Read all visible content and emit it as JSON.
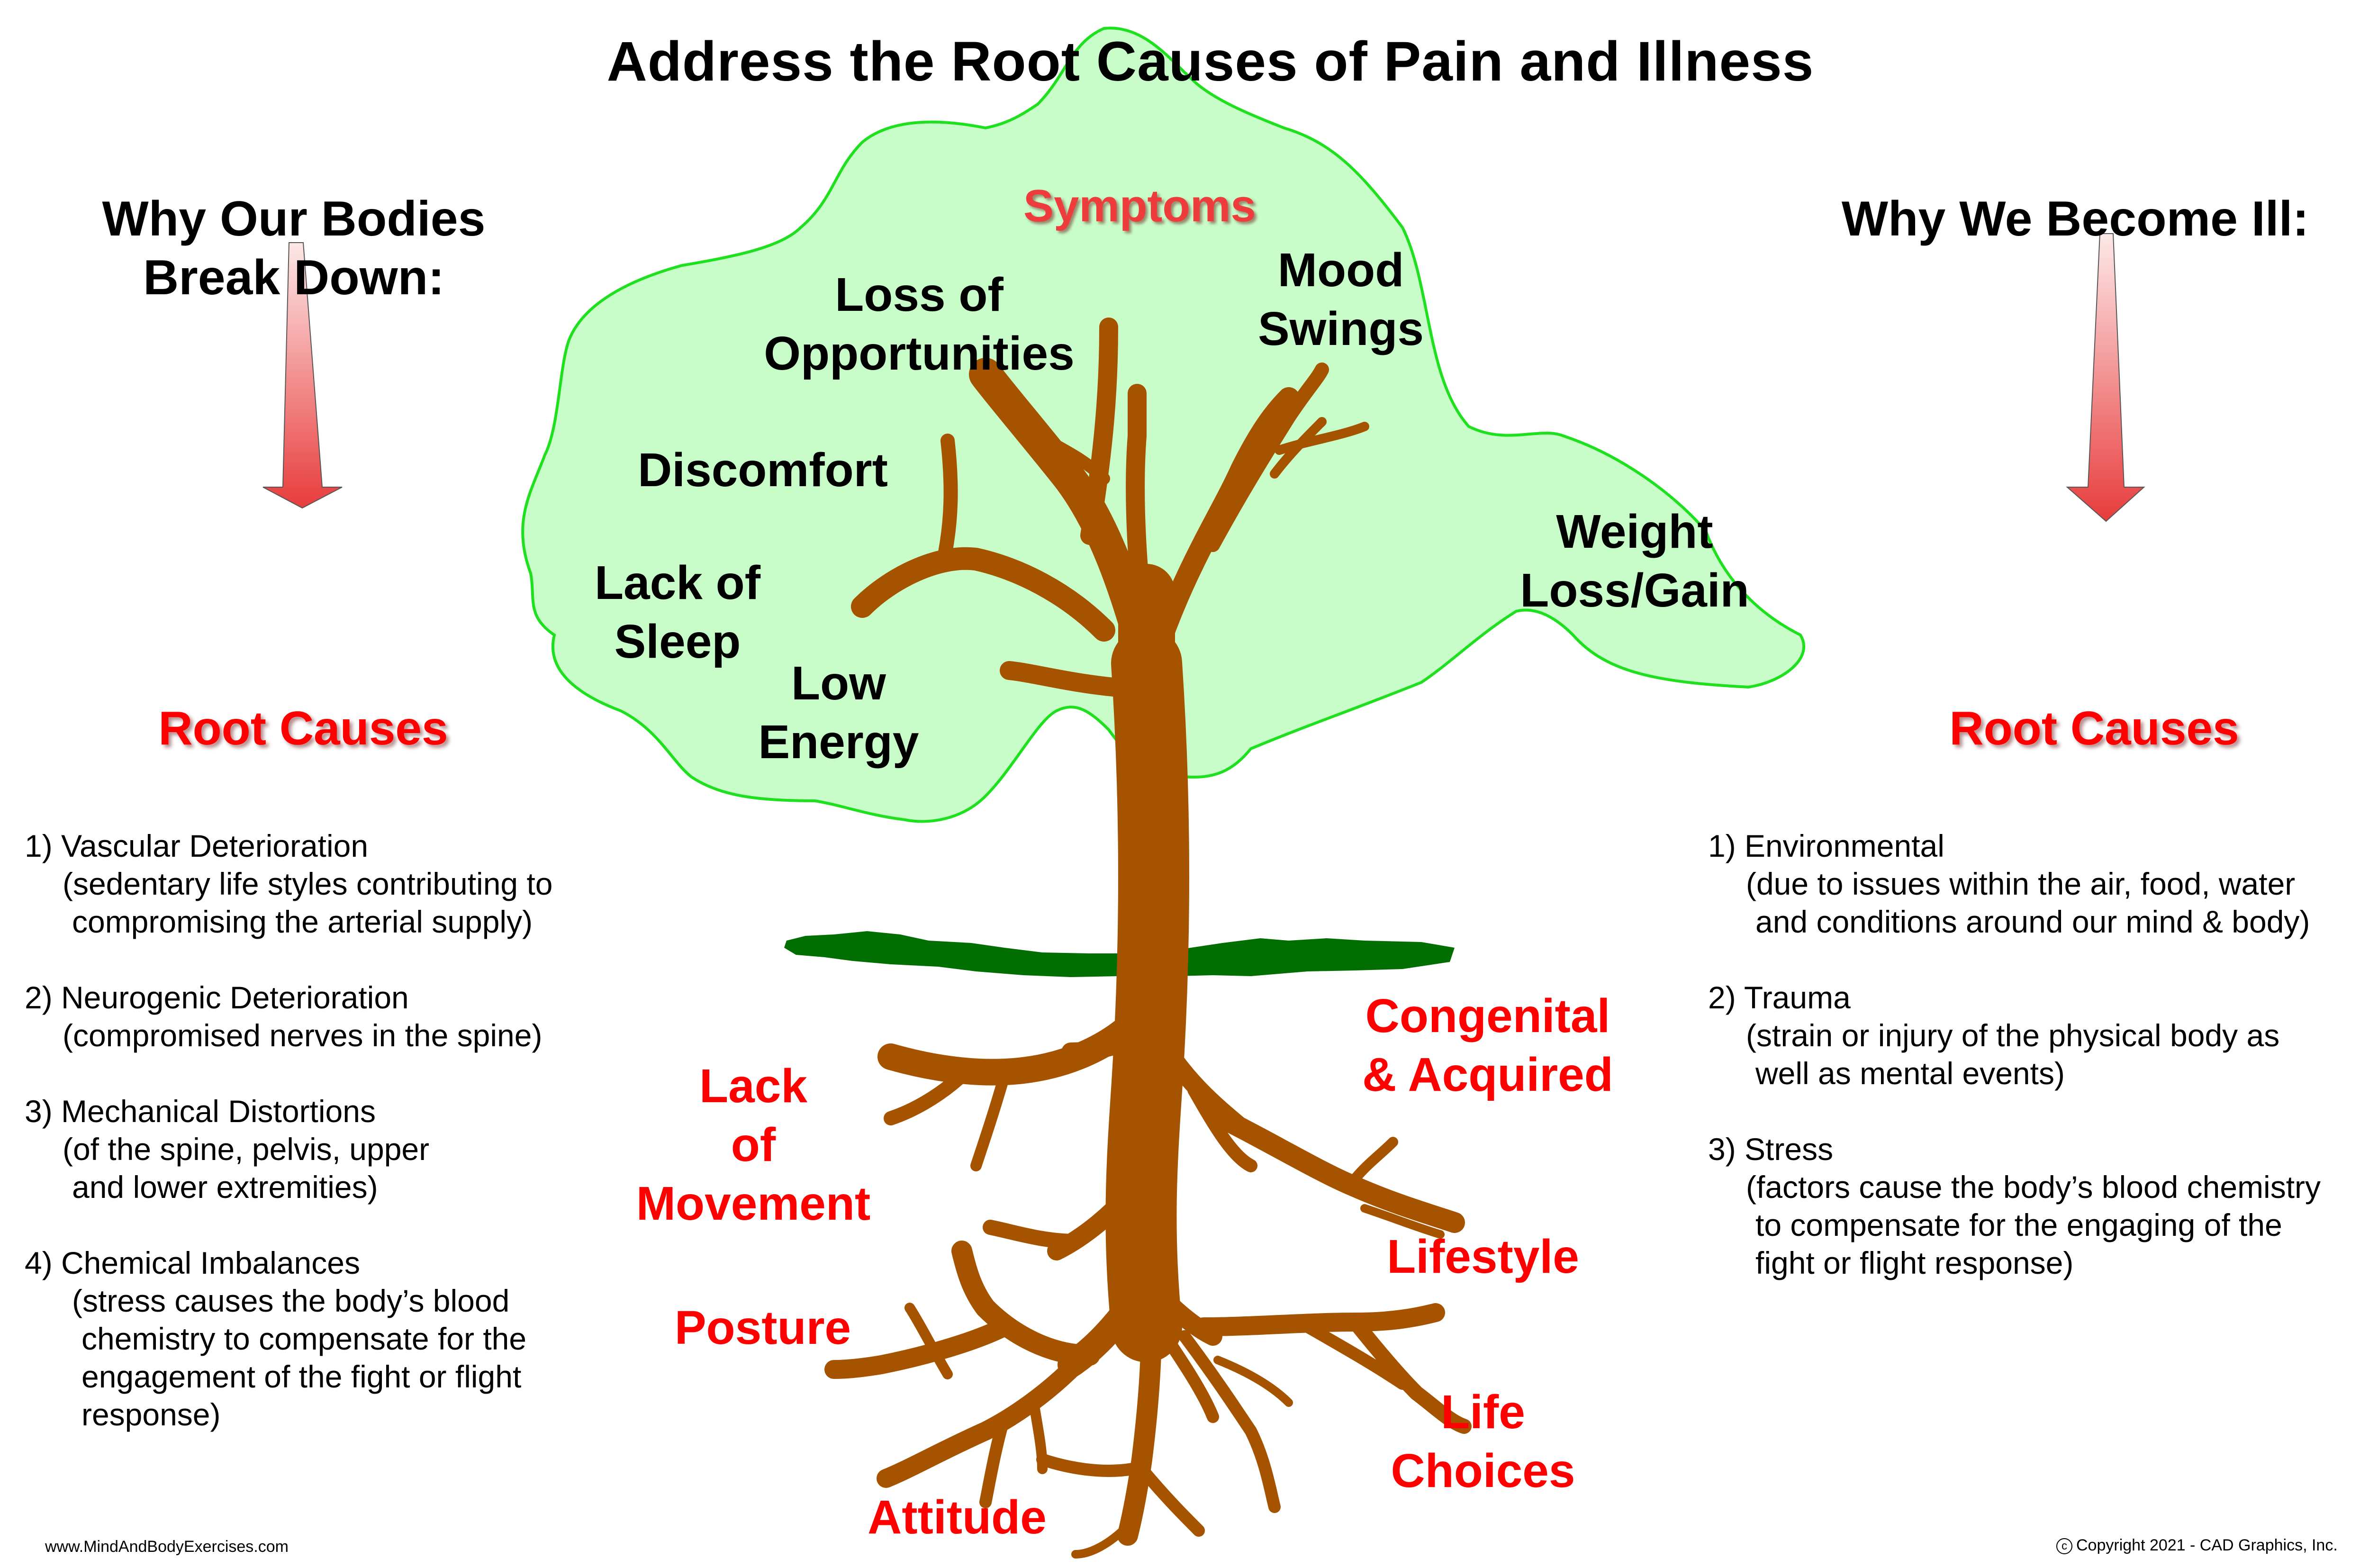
{
  "title": "Address the Root Causes of Pain and Illness",
  "left_panel": {
    "heading_line1": "Why Our Bodies",
    "heading_line2": "Break Down:",
    "arrow_icon": "down-arrow-icon",
    "root_causes_label": "Root Causes",
    "items": [
      {
        "title": "1) Vascular Deterioration",
        "desc": [
          "(sedentary life styles contributing to",
          "compromising the arterial supply)"
        ]
      },
      {
        "title": "2) Neurogenic Deterioration",
        "desc": [
          "(compromised nerves in the spine)"
        ]
      },
      {
        "title": "3) Mechanical Distortions",
        "desc": [
          "(of the spine, pelvis, upper",
          "and lower extremities)"
        ]
      },
      {
        "title": "4) Chemical Imbalances",
        "desc": [
          "(stress causes the body’s blood",
          "chemistry to compensate for the",
          "engagement of the fight or flight",
          "response)"
        ]
      }
    ]
  },
  "right_panel": {
    "heading": "Why We Become Ill:",
    "arrow_icon": "down-arrow-icon",
    "root_causes_label": "Root Causes",
    "items": [
      {
        "title": "1) Environmental",
        "desc": [
          "(due to issues within the air, food, water",
          "and conditions around our mind & body)"
        ]
      },
      {
        "title": "2) Trauma",
        "desc": [
          "(strain or injury of the physical body as",
          "well as mental events)"
        ]
      },
      {
        "title": "3) Stress",
        "desc": [
          "(factors cause the body’s blood chemistry",
          "to compensate for the engaging of the",
          "fight or flight response)"
        ]
      }
    ]
  },
  "tree": {
    "canopy_label": "Symptoms",
    "symptoms": [
      {
        "line1": "Loss of",
        "line2": "Opportunities"
      },
      {
        "line1": "Mood",
        "line2": "Swings"
      },
      {
        "line1": "Discomfort",
        "line2": ""
      },
      {
        "line1": "Weight",
        "line2": "Loss/Gain"
      },
      {
        "line1": "Lack of",
        "line2": "Sleep"
      },
      {
        "line1": "Low",
        "line2": "Energy"
      }
    ],
    "root_causes": [
      {
        "line1": "Congenital",
        "line2": "& Acquired",
        "line3": ""
      },
      {
        "line1": "Lack",
        "line2": "of",
        "line3": "Movement"
      },
      {
        "line1": "Lifestyle",
        "line2": "",
        "line3": ""
      },
      {
        "line1": "Posture",
        "line2": "",
        "line3": ""
      },
      {
        "line1": "Life",
        "line2": "Choices",
        "line3": ""
      },
      {
        "line1": "Attitude",
        "line2": "",
        "line3": ""
      }
    ]
  },
  "colors": {
    "canopy_fill": "#c8fcc8",
    "canopy_stroke": "#1ee01e",
    "trunk": "#a65300",
    "trunk_outline": "#8a4300",
    "ground": "#006e00",
    "cause_red": "#ff0000",
    "symptoms_red": "#ee3b3b",
    "arrow_top": "#fde8e8",
    "arrow_bottom": "#e83c3c"
  },
  "footer": {
    "website": "www.MindAndBodyExercises.com",
    "copyright_symbol": "c",
    "copyright": "Copyright 2021 - CAD Graphics, Inc."
  }
}
